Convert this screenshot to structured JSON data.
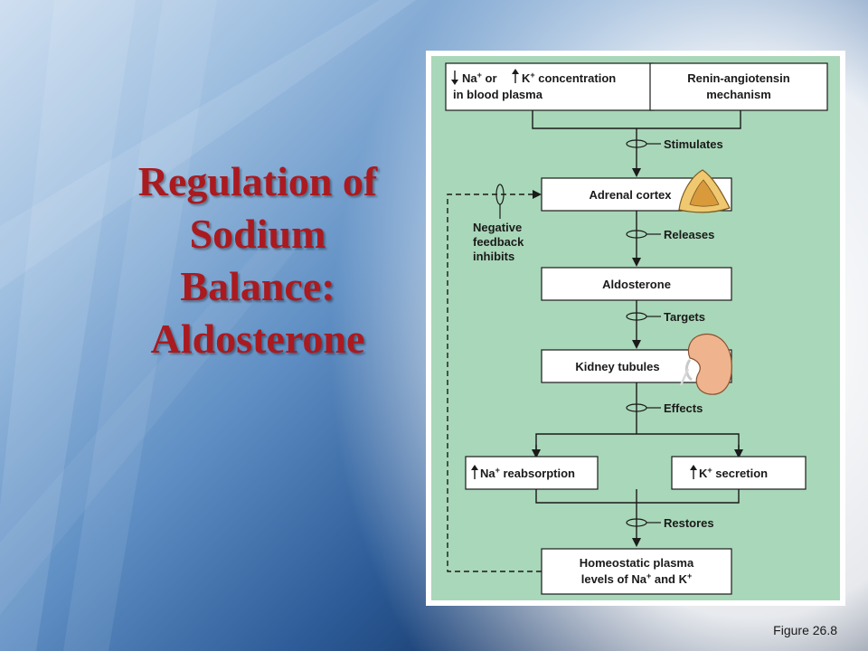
{
  "slide": {
    "title_lines": [
      "Regulation of",
      "Sodium",
      "Balance:",
      "Aldosterone"
    ],
    "figure_label": "Figure 26.8"
  },
  "diagram": {
    "boxes": {
      "stimulus_line1_a": "Na",
      "stimulus_line1_sup_a": "+",
      "stimulus_line1_b": " or ",
      "stimulus_line1_c": "K",
      "stimulus_line1_sup_c": "+",
      "stimulus_line1_d": " concentration",
      "stimulus_line2": "in blood plasma",
      "renin_line1": "Renin-angiotensin",
      "renin_line2": "mechanism",
      "adrenal": "Adrenal cortex",
      "aldosterone": "Aldosterone",
      "kidney": "Kidney tubules",
      "na_reabs_a": "Na",
      "na_reabs_sup": "+",
      "na_reabs_b": " reabsorption",
      "k_secr_a": "K",
      "k_secr_sup": "+",
      "k_secr_b": " secretion",
      "homeo_line1": "Homeostatic plasma",
      "homeo_line2_a": "levels of Na",
      "homeo_line2_sup1": "+",
      "homeo_line2_b": " and K",
      "homeo_line2_sup2": "+"
    },
    "labels": {
      "stimulates": "Stimulates",
      "releases": "Releases",
      "targets": "Targets",
      "effects": "Effects",
      "restores": "Restores",
      "neg_line1": "Negative",
      "neg_line2": "feedback",
      "neg_line3": "inhibits"
    },
    "colors": {
      "panel_bg": "#a9d7b9",
      "box_border": "#1a1a1a",
      "title_red": "#aa1a1f",
      "adrenal_fill": "#f0c870",
      "kidney_fill": "#efb48d"
    }
  }
}
